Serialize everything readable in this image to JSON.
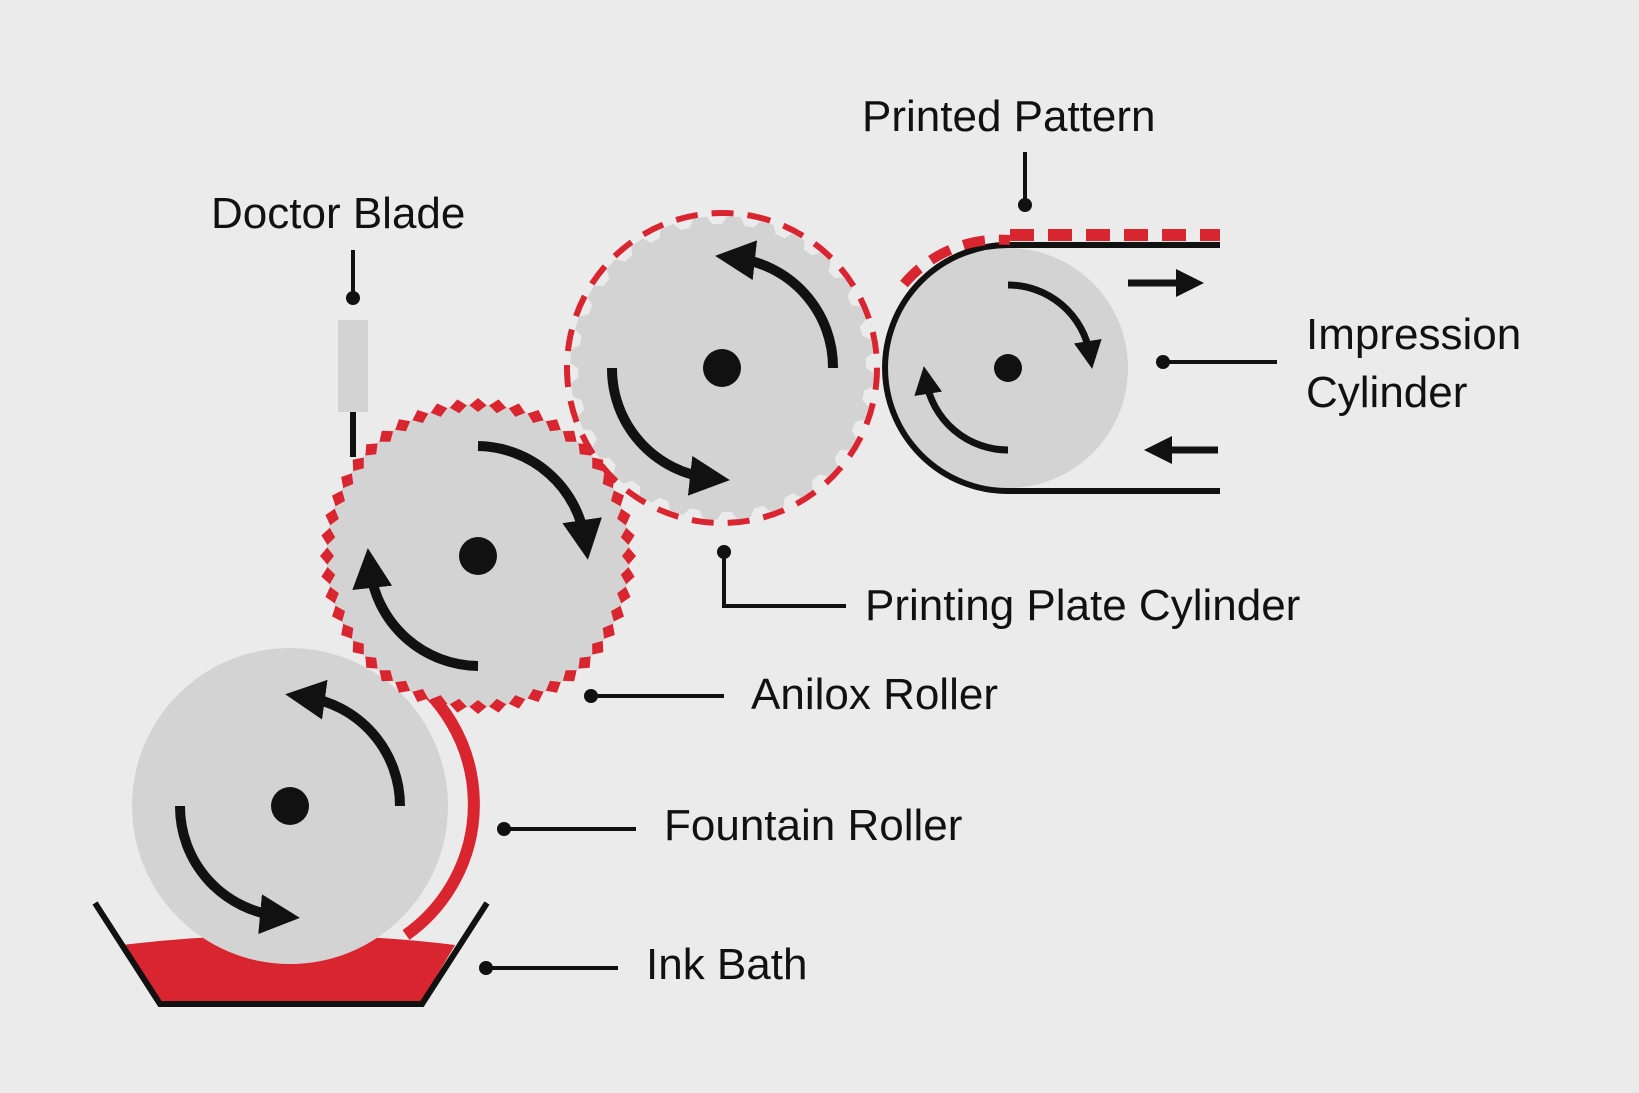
{
  "labels": {
    "printed_pattern": "Printed Pattern",
    "doctor_blade": "Doctor Blade",
    "impression_line1": "Impression",
    "impression_line2": "Cylinder",
    "printing_plate": "Printing Plate Cylinder",
    "anilox": "Anilox Roller",
    "fountain": "Fountain Roller",
    "ink_bath": "Ink Bath"
  },
  "colors": {
    "background": "#ebebeb",
    "roller": "#d3d3d3",
    "ink": "#d9252f",
    "line": "#111111"
  }
}
